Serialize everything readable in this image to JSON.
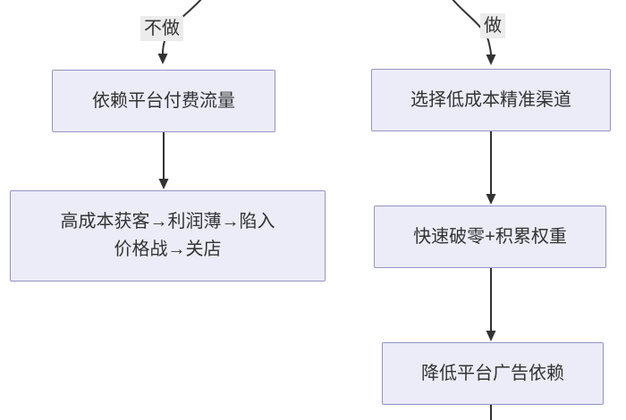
{
  "theme": {
    "canvas_bg": "#ffffff",
    "node_fill": "#ececf9",
    "node_border": "#9394c4",
    "node_text": "#333333",
    "edge_color": "#333333",
    "edge_label_bg": "#ececec"
  },
  "flowchart": {
    "left_branch": {
      "edge_label": "不做",
      "node1": {
        "label": "依赖平台付费流量"
      },
      "node2": {
        "line1": "高成本获客→利润薄→陷入",
        "line2": "价格战→关店"
      }
    },
    "right_branch": {
      "edge_label": "做",
      "node1": {
        "label": "选择低成本精准渠道"
      },
      "node2": {
        "label": "快速破零+积累权重"
      },
      "node3": {
        "label": "降低平台广告依赖"
      }
    }
  }
}
